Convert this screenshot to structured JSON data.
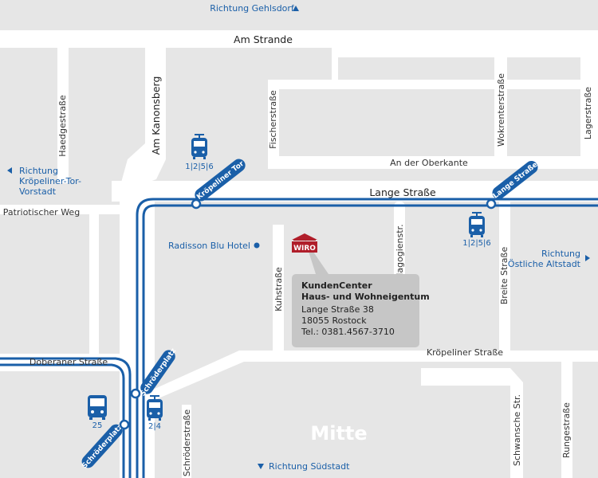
{
  "map": {
    "streets": {
      "am_strande": "Am Strande",
      "am_kanonsberg": "Am Kanonsberg",
      "haedgestrasse": "Haedgestraße",
      "fischerstrasse": "Fischerstraße",
      "wokrenterstrasse": "Wokrenterstraße",
      "lagerstrasse": "Lagerstraße",
      "an_der_oberkante": "An der Oberkante",
      "lange_strasse": "Lange Straße",
      "patriotischer_weg": "Patriotischer Weg",
      "kuhstrasse": "Kuhstraße",
      "paedagogienstr": "Pädagogienstr.",
      "breite_strasse": "Breite Straße",
      "kroepeliner_strasse": "Kröpeliner Straße",
      "doberaner_strasse": "Doberaner Straße",
      "schroederstrasse": "Schröderstraße",
      "schwansche_str": "Schwansche Str.",
      "rungestrasse": "Rungestraße"
    },
    "directions": {
      "gehlsdorf": "Richtung Gehlsdorf",
      "kroepeliner_tor_line1": "Richtung",
      "kroepeliner_tor_line2": "Kröpeliner-Tor-",
      "kroepeliner_tor_line3": "Vorstadt",
      "oestliche_line1": "Richtung",
      "oestliche_line2": "Östliche Altstadt",
      "suedstadt": "Richtung Südstadt"
    },
    "stops": {
      "kroepeliner_tor": "Kröpeliner Tor",
      "lange_strasse": "Lange Straße",
      "schroederplatz": "Schröderplatz"
    },
    "transit_lines": {
      "tram_kroepeliner_tor": "1|2|5|6",
      "tram_lange_strasse": "1|2|5|6",
      "bus_schroederplatz": "25",
      "tram_schroederplatz": "2|4"
    },
    "landmarks": {
      "radisson": "Radisson Blu Hotel"
    },
    "district": "Mitte",
    "info_box": {
      "logo": "WIRO",
      "title_line1": "KundenCenter",
      "title_line2": "Haus- und Wohneigentum",
      "address_line1": "Lange Straße 38",
      "address_line2": "18055 Rostock",
      "phone": "Tel.: 0381.4567-3710"
    },
    "colors": {
      "background": "#e6e6e6",
      "road": "#ffffff",
      "transit_blue": "#1a5fa8",
      "info_box": "#c6c6c6",
      "logo_red": "#b01e2a"
    },
    "icons": [
      "tram-icon",
      "bus-icon",
      "arrow-up-icon",
      "arrow-left-icon",
      "arrow-right-icon",
      "arrow-down-icon",
      "location-dot-icon",
      "wiro-house-logo-icon"
    ]
  }
}
